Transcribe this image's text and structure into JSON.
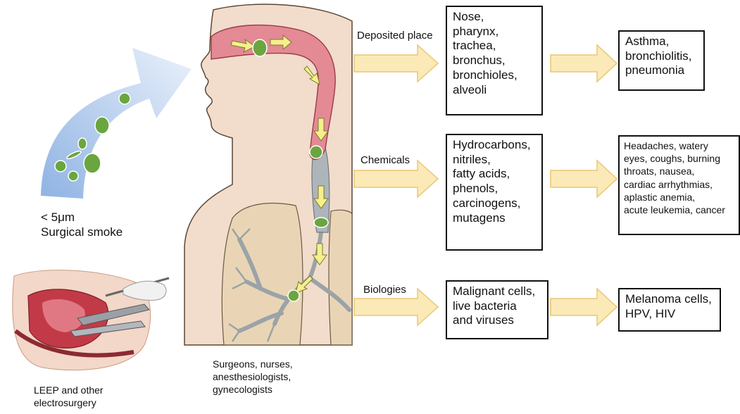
{
  "left": {
    "smoke_size": "< 5μm",
    "smoke_label": "Surgical smoke",
    "procedure_lines": [
      "LEEP and other",
      "electrosurgery"
    ]
  },
  "center": {
    "personnel_lines": [
      "Surgeons, nurses,",
      "anesthesiologists,",
      "gynecologists"
    ]
  },
  "rows": [
    {
      "category": "Deposited place",
      "content": [
        "Nose,",
        "pharynx,",
        "trachea,",
        "bronchus,",
        "bronchioles,",
        "alveoli"
      ],
      "effects": [
        "Asthma,",
        "bronchiolitis,",
        "pneumonia"
      ]
    },
    {
      "category": "Chemicals",
      "content": [
        "Hydrocarbons,",
        "nitriles,",
        "fatty acids,",
        "phenols,",
        "carcinogens,",
        "mutagens"
      ],
      "effects": [
        "Headaches, watery",
        "eyes, coughs, burning",
        "throats, nausea,",
        "cardiac arrhythmias,",
        "aplastic anemia,",
        "acute leukemia, cancer"
      ]
    },
    {
      "category": "Biologies",
      "content": [
        "Malignant cells,",
        "live bacteria",
        "and viruses"
      ],
      "effects": [
        "Melanoma cells,",
        "HPV, HIV"
      ]
    }
  ],
  "colors": {
    "arrow_fill": "#fbe9b7",
    "arrow_stroke": "#e7c873",
    "airway_pink": "#e38a95",
    "skin": "#f2dccb",
    "particle_green": "#6aa63f",
    "smoke_blue": "#9dbde6"
  }
}
